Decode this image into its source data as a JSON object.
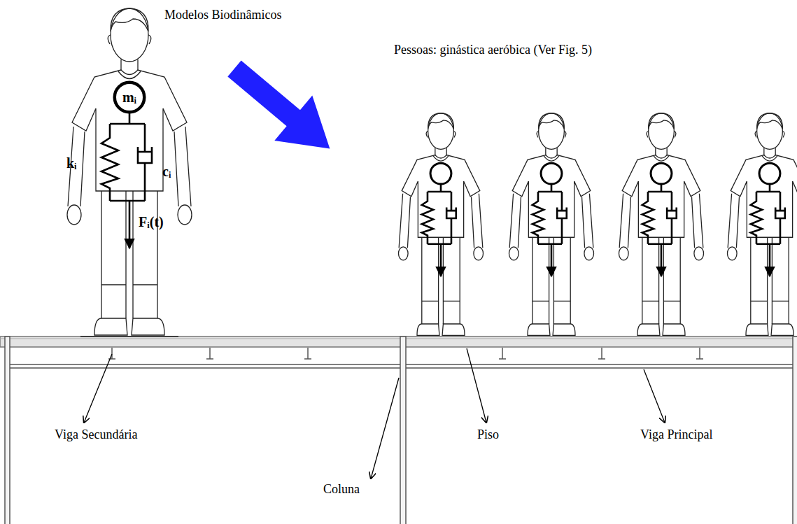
{
  "diagram": {
    "nodes": [
      {
        "text": [
          "mᵢ"
        ]
      }
    ],
    "labels": [
      "Modelos Biodinâmicos",
      "kᵢ",
      "cᵢ",
      "Fᵢ(t)",
      "Pessoas: ginástica aeróbica (Ver Fig. 5)",
      "Viga Secundária",
      "Piso",
      "Viga Principal",
      "Coluna"
    ]
  }
}
